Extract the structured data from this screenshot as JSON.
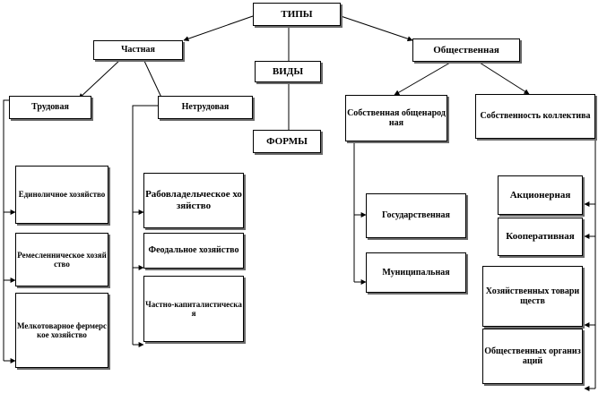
{
  "diagram": {
    "types": "ТИПЫ",
    "kinds": "ВИДЫ",
    "forms": "ФОРМЫ",
    "private": "Частная",
    "public": "Общественная",
    "labor": "Трудовая",
    "non_labor": "Нетрудовая",
    "state_owned": "Собственная общенародная",
    "collective": "Собственность коллектива",
    "sole_farm": "Единоличное хозяйство",
    "craft_farm": "Ремесленническое хозяйство",
    "small_farm": "Мелкотоварное фермерское хозяйство",
    "slave_farm": "Рабовладельческое хозяйство",
    "feudal_farm": "Феодальное хозяйство",
    "private_capitalist": "Частно-капиталистическая",
    "state": "Государственная",
    "municipal": "Муниципальная",
    "joint_stock": "Акционерная",
    "cooperative": "Кооперативная",
    "partnerships": "Хозяйственных товариществ",
    "public_orgs": "Общественных организаций"
  }
}
